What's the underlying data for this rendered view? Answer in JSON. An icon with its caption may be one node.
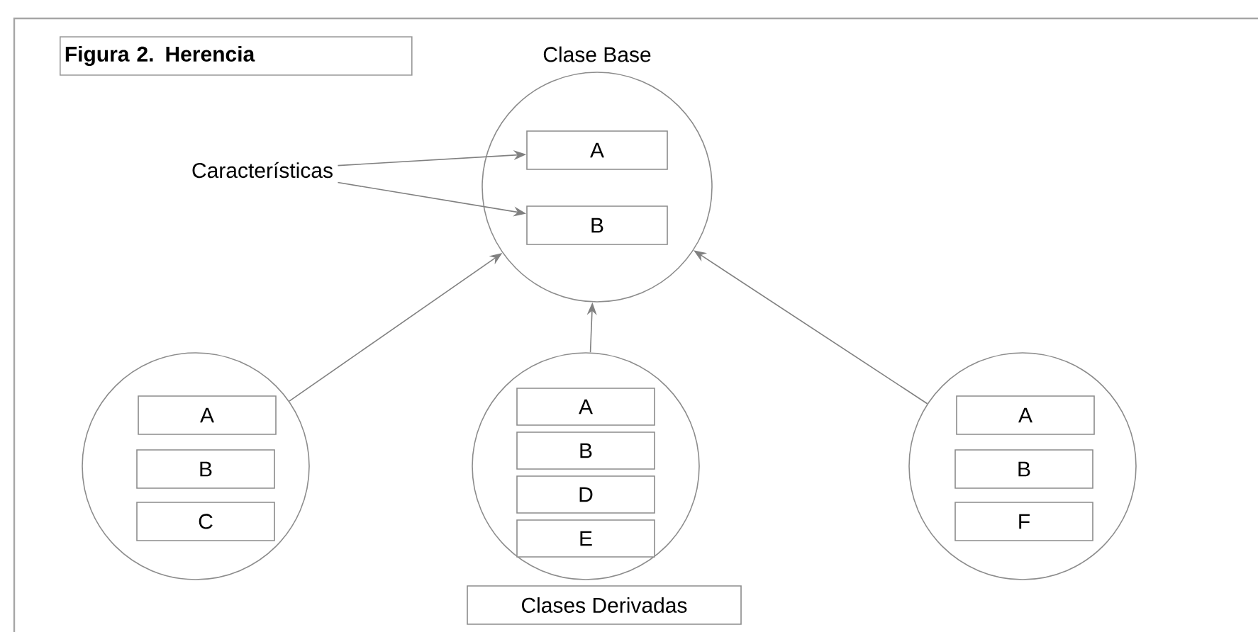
{
  "diagram": {
    "title": "Figura 2. Herencia",
    "nodes": [
      {
        "text": [
          "Clase Base"
        ]
      },
      {
        "text": [
          "A"
        ],
        "in": 0
      },
      {
        "text": [
          "B"
        ],
        "in": 0
      },
      {
        "text": [
          "Características"
        ]
      },
      {
        "text": [],
        "shape": "circle"
      },
      {
        "text": [
          "A"
        ],
        "in": 4
      },
      {
        "text": [
          "B"
        ],
        "in": 4
      },
      {
        "text": [
          "C"
        ],
        "in": 4
      },
      {
        "text": [],
        "shape": "circle"
      },
      {
        "text": [
          "A"
        ],
        "in": 8
      },
      {
        "text": [
          "B"
        ],
        "in": 8
      },
      {
        "text": [
          "D"
        ],
        "in": 8
      },
      {
        "text": [
          "E"
        ],
        "in": 8
      },
      {
        "text": [],
        "shape": "circle"
      },
      {
        "text": [
          "A"
        ],
        "in": 13
      },
      {
        "text": [
          "B"
        ],
        "in": 13
      },
      {
        "text": [
          "F"
        ],
        "in": 13
      },
      {
        "text": [
          "Clases Derivadas"
        ]
      }
    ],
    "edges": [
      {
        "from": 3,
        "to": 1,
        "arrow": "to"
      },
      {
        "from": 3,
        "to": 2,
        "arrow": "to"
      },
      {
        "from": 4,
        "to": 0,
        "arrow": "to"
      },
      {
        "from": 8,
        "to": 0,
        "arrow": "to"
      },
      {
        "from": 13,
        "to": 0,
        "arrow": "to"
      }
    ]
  }
}
